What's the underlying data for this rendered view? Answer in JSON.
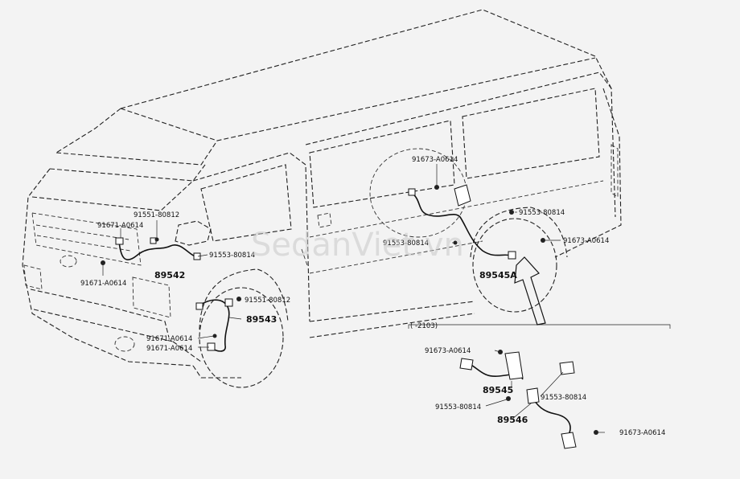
{
  "watermark": "SedanViet.vn",
  "inset_label": "(      -2103)",
  "labels": {
    "l1": "91551-80812",
    "l2": "91671-A0614",
    "l3": "91671-A0614",
    "l4": "89542",
    "l5": "91553-80814",
    "l6": "91551-80812",
    "l7": "89543",
    "l8": "91671-A0614",
    "l9": "91671-A0614",
    "l10": "91673-A0614",
    "l11": "91553-80814",
    "l12": "91553-80814",
    "l13": "91673-A0614",
    "l14": "89545A",
    "l15": "91673-A0614",
    "l16": "89545",
    "l17": "91553-80814",
    "l18": "91553-80814",
    "l19": "89546",
    "l20": "91673-A0614"
  }
}
